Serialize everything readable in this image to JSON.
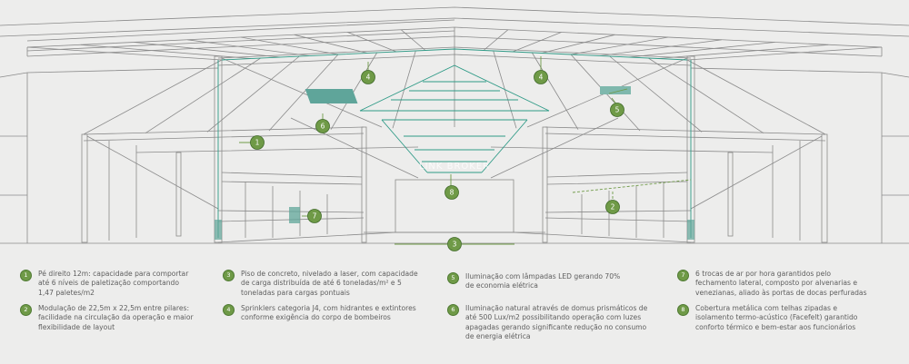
{
  "colors": {
    "background": "#ededec",
    "line": "#8a8a8a",
    "accent": "#2e9a86",
    "marker_fill": "#6f9a47",
    "marker_stroke": "#3f6a28",
    "text": "#5e5e5e"
  },
  "scene": {
    "watermark": "LINK BROKER",
    "markers": [
      {
        "id": "1",
        "label": "1"
      },
      {
        "id": "2",
        "label": "2"
      },
      {
        "id": "3",
        "label": "3"
      },
      {
        "id": "4a",
        "label": "4"
      },
      {
        "id": "4b",
        "label": "4"
      },
      {
        "id": "5",
        "label": "5"
      },
      {
        "id": "6",
        "label": "6"
      },
      {
        "id": "7",
        "label": "7"
      },
      {
        "id": "8",
        "label": "8"
      }
    ]
  },
  "legend": [
    {
      "num": "1",
      "text": "Pé direito 12m: capacidade para comportar\naté 6 níveis de paletização comportando\n1,47 paletes/m2"
    },
    {
      "num": "2",
      "text": "Modulação de 22,5m x 22,5m entre pilares:\nfacilidade na circulação da operação e maior\nflexibilidade de layout"
    },
    {
      "num": "3",
      "text": "Piso de concreto, nivelado a laser, com capacidade\nde carga distribuída de até 6 toneladas/m² e 5\ntoneladas para cargas pontuais"
    },
    {
      "num": "4",
      "text": "Sprinklers categoria J4, com hidrantes e extintores\nconforme exigência do corpo de bombeiros"
    },
    {
      "num": "5",
      "text": "Iluminação com lâmpadas LED gerando 70%\nde economia elétrica"
    },
    {
      "num": "6",
      "text": "Iluminação natural através de domus prismáticos de\naté 500 Lux/m2 possibilitando operação com luzes\napagadas gerando significante redução no consumo\nde energia elétrica"
    },
    {
      "num": "7",
      "text": "6 trocas de ar por hora garantidos pelo\nfechamento lateral, composto por alvenarias e\nvenezianas, aliado às portas de docas perfuradas"
    },
    {
      "num": "8",
      "text": "Cobertura metálica com telhas zipadas e\nisolamento termo-acústico (Facefelt) garantido\nconforto térmico e bem-estar aos funcionários"
    }
  ]
}
